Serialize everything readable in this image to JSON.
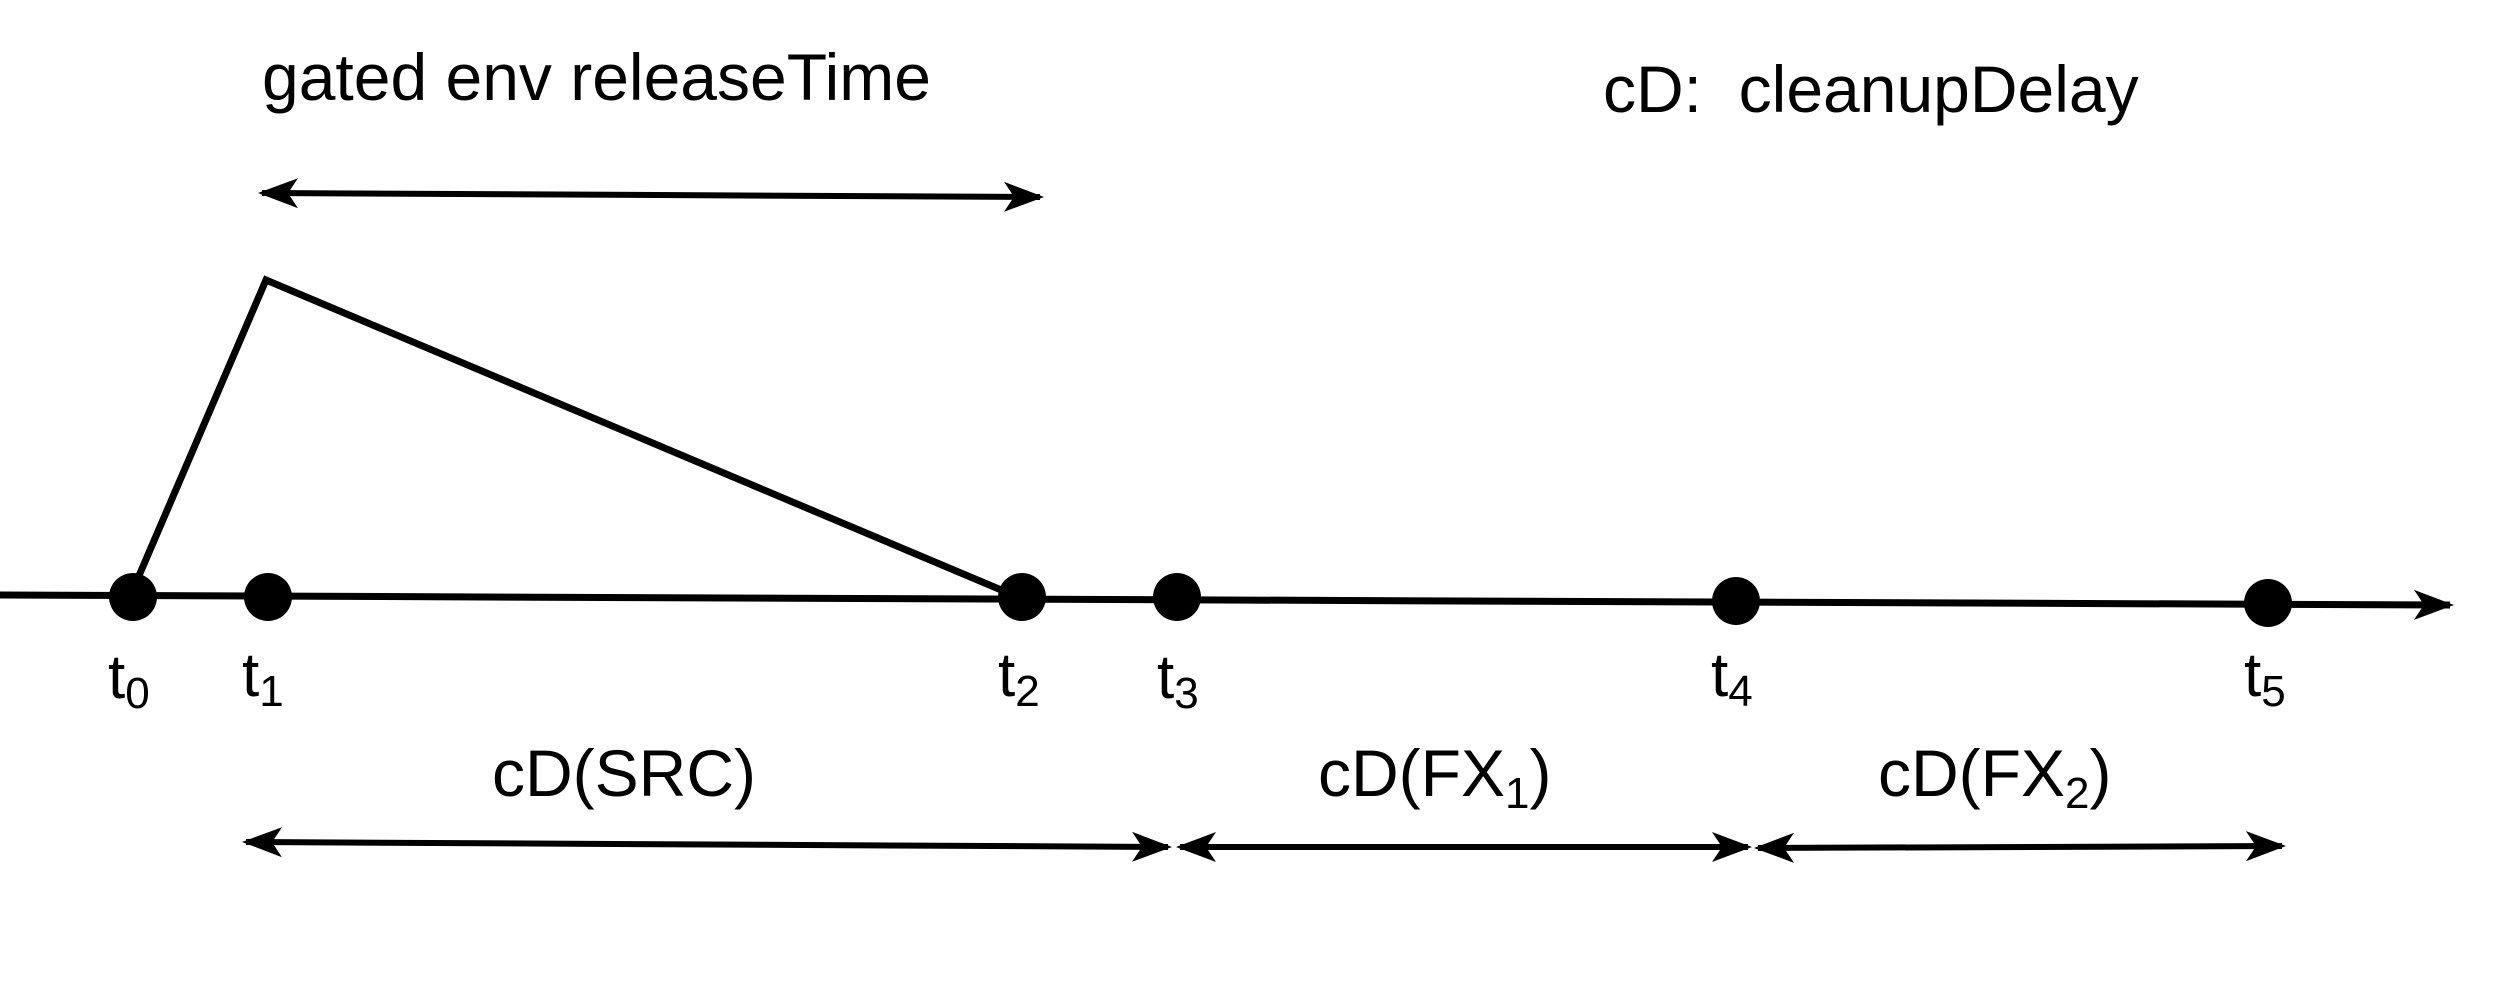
{
  "header": {
    "release_label": "gated env releaseTime",
    "legend_label": "cD:  cleanupDelay"
  },
  "time_points": [
    {
      "base": "t",
      "sub": "0"
    },
    {
      "base": "t",
      "sub": "1"
    },
    {
      "base": "t",
      "sub": "2"
    },
    {
      "base": "t",
      "sub": "3"
    },
    {
      "base": "t",
      "sub": "4"
    },
    {
      "base": "t",
      "sub": "5"
    }
  ],
  "spans": [
    {
      "main": "cD(SRC)",
      "sub": "",
      "tail": ""
    },
    {
      "main": "cD(FX",
      "sub": "1",
      "tail": ")"
    },
    {
      "main": "cD(FX",
      "sub": "2",
      "tail": ")"
    }
  ],
  "colors": {
    "ink": "#000000",
    "background": "#ffffff"
  }
}
